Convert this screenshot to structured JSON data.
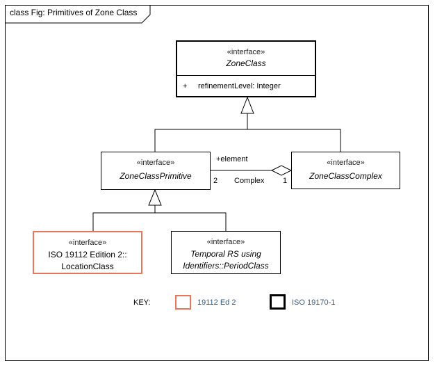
{
  "frame": {
    "title": "class Fig: Primitives of Zone Class"
  },
  "classes": {
    "zone_class": {
      "stereotype": "«interface»",
      "name": "ZoneClass",
      "attribute_visibility": "+",
      "attribute": "refinementLevel: Integer"
    },
    "zone_class_primitive": {
      "stereotype": "«interface»",
      "name": "ZoneClassPrimitive"
    },
    "zone_class_complex": {
      "stereotype": "«interface»",
      "name": "ZoneClassComplex"
    },
    "location_class": {
      "stereotype": "«interface»",
      "name_line1": "ISO 19112 Edition 2::",
      "name_line2": "LocationClass"
    },
    "period_class": {
      "stereotype": "«interface»",
      "name_line1": "Temporal RS using",
      "name_line2": "Identifiers::PeriodClass"
    }
  },
  "association": {
    "role": "+element",
    "name": "Complex",
    "mult_primitive": "2",
    "mult_complex": "1"
  },
  "key": {
    "label": "KEY:",
    "items": [
      {
        "label": "19112 Ed 2",
        "color": "#e8765a"
      },
      {
        "label": "ISO 19170-1",
        "color": "#000000"
      }
    ]
  }
}
